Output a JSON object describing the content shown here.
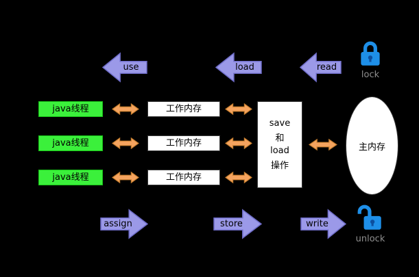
{
  "colors": {
    "bg": "#000000",
    "arrow-purple": "#9b99e8",
    "arrow-purple-border": "#6e6cc8",
    "arrow-orange": "#f5a45f",
    "arrow-orange-border": "#c87f2f",
    "thread-green": "#3bf03b",
    "thread-green-border": "#17c317",
    "lock-blue": "#1e8fe8",
    "label-gray": "#909090"
  },
  "diagram": {
    "top_arrows": [
      {
        "label": "use"
      },
      {
        "label": "load"
      },
      {
        "label": "read"
      }
    ],
    "bottom_arrows": [
      {
        "label": "assign"
      },
      {
        "label": "store"
      },
      {
        "label": "write"
      }
    ],
    "threads": [
      {
        "label": "java线程"
      },
      {
        "label": "java线程"
      },
      {
        "label": "java线程"
      }
    ],
    "working_memory": [
      {
        "label": "工作内存"
      },
      {
        "label": "工作内存"
      },
      {
        "label": "工作内存"
      }
    ],
    "save_load_box": {
      "lines": [
        "save",
        "和",
        "load",
        "操作"
      ]
    },
    "main_memory": {
      "label": "主内存"
    },
    "lock": {
      "label": "lock"
    },
    "unlock": {
      "label": "unlock"
    }
  }
}
